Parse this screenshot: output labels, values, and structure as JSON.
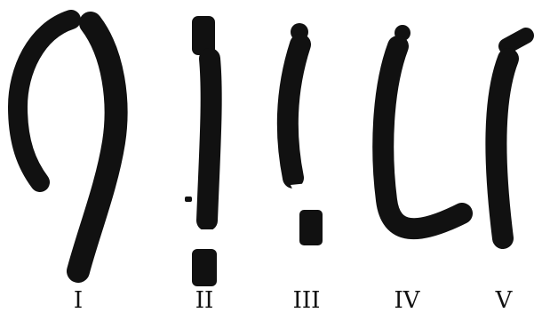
{
  "figure": {
    "labels": [
      "I",
      "II",
      "III",
      "IV",
      "V"
    ],
    "ink_color": "#111111",
    "background": "#ffffff"
  }
}
